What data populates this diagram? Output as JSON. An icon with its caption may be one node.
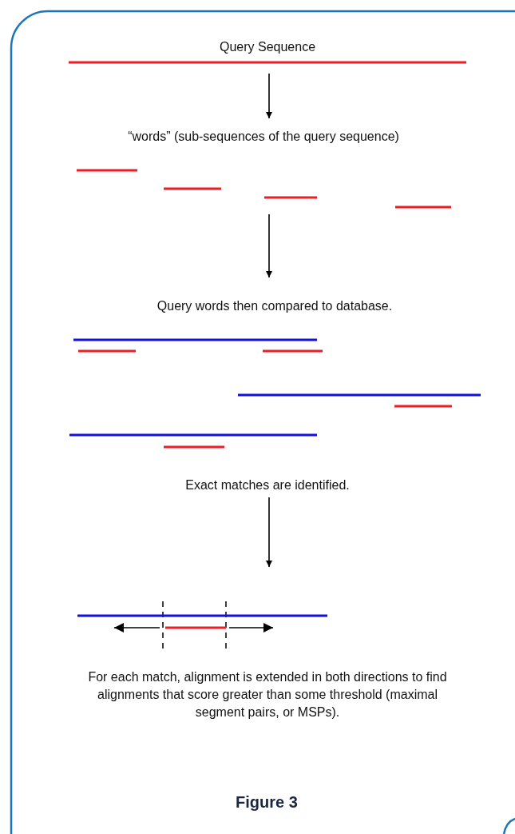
{
  "diagram": {
    "caption": "Figure 3",
    "nodes": [
      {
        "text": [
          "Query Sequence"
        ]
      },
      {
        "text": [
          "“words” (sub-sequences of the query sequence)"
        ]
      },
      {
        "text": [
          "Query words then compared to database."
        ]
      },
      {
        "text": [
          "Exact matches are identified."
        ]
      },
      {
        "text": [],
        "shape": "picture"
      }
    ],
    "edges": [
      {
        "from": 0,
        "to": 1,
        "arrow": "to"
      },
      {
        "from": 1,
        "to": 2,
        "arrow": "to"
      },
      {
        "from": 3,
        "to": 4,
        "arrow": "to"
      }
    ],
    "labels": [
      "For each match, alignment is extended in both directions to find alignments that score greater than some threshold (maximal segment pairs, or MSPs)."
    ]
  }
}
